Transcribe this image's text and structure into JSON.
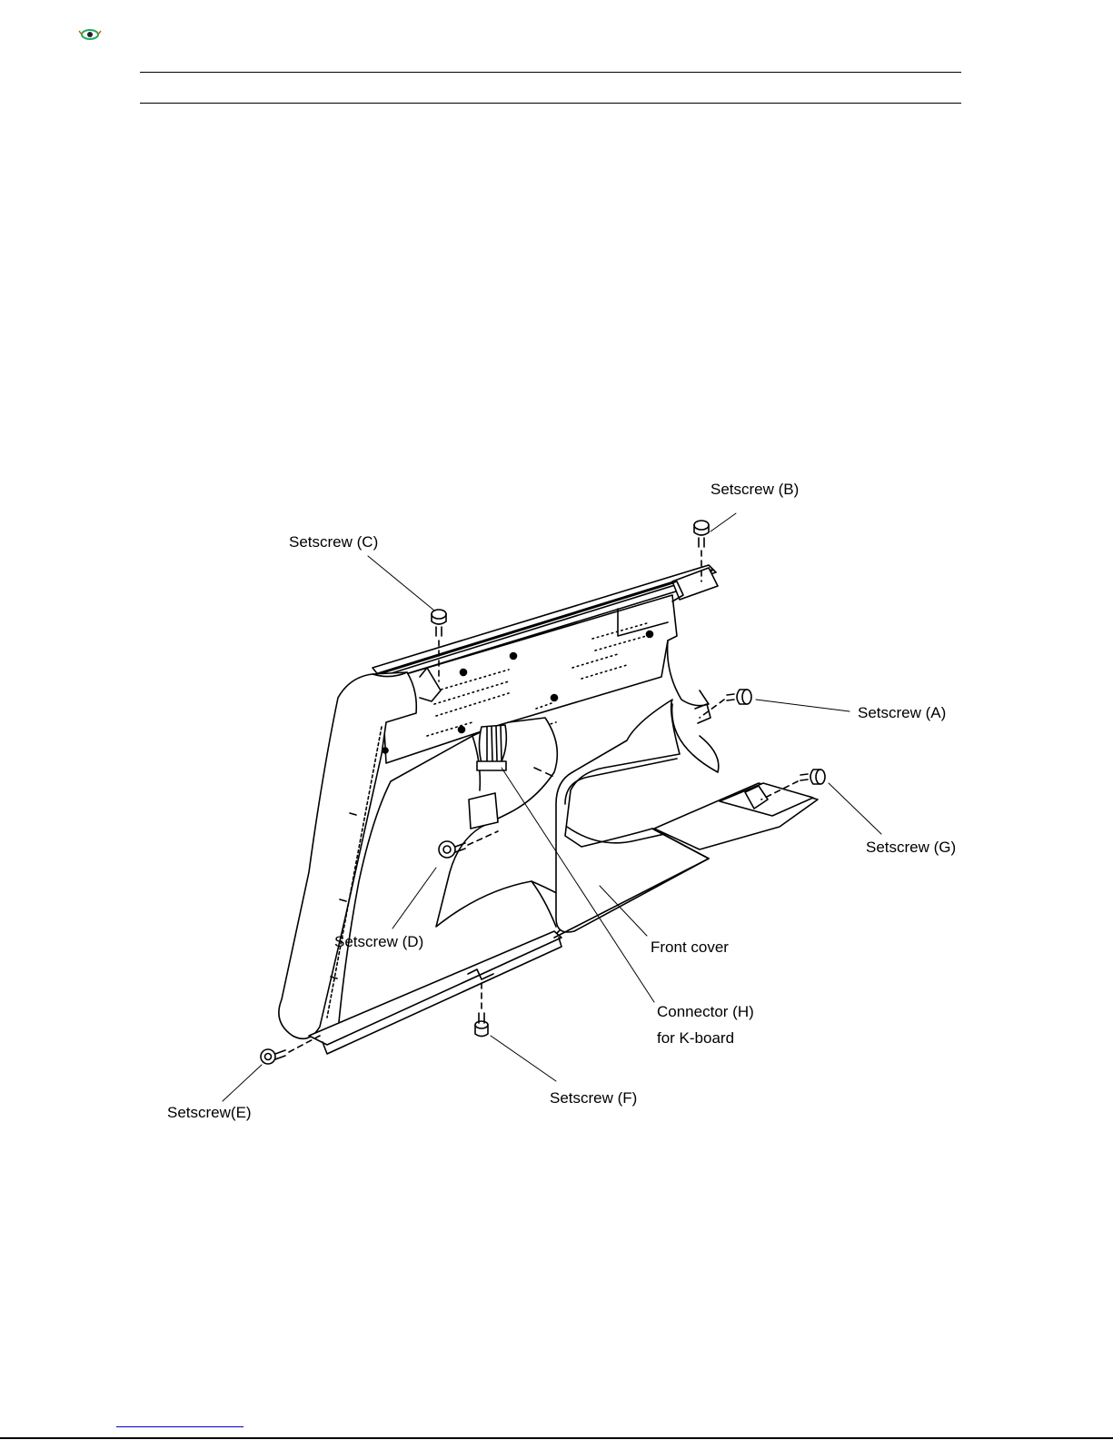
{
  "labels": {
    "setscrew_a": "Setscrew (A)",
    "setscrew_b": "Setscrew (B)",
    "setscrew_c": "Setscrew (C)",
    "setscrew_d": "Setscrew (D)",
    "setscrew_e": "Setscrew(E)",
    "setscrew_f": "Setscrew (F)",
    "setscrew_g": "Setscrew (G)",
    "front_cover": "Front cover",
    "connector_line1": "Connector (H)",
    "connector_line2": "for K-board"
  },
  "icons": {
    "corner": "eye-icon"
  },
  "colors": {
    "ink": "#000000",
    "link": "#0000cc"
  }
}
